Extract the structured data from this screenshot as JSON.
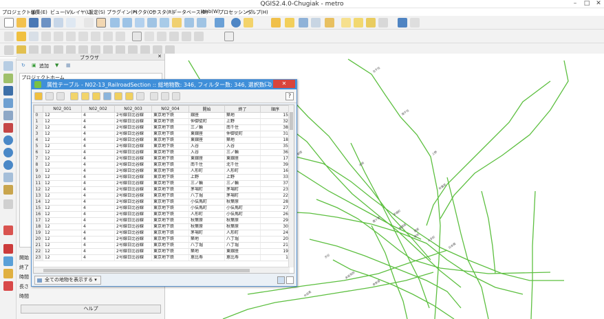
{
  "window": {
    "title": "QGIS2.4.0-Chugiak - metro"
  },
  "menu": [
    "プロジェクト(J)",
    "編集(E)",
    "ビュー(V)",
    "レイヤ(L)",
    "設定(S)",
    "プラグイン(P)",
    "ベクタ(O)",
    "ラスタ(R)",
    "データベース(D)",
    "Web(W)",
    "プロセッシング",
    "ヘルプ(H)"
  ],
  "browser": {
    "title": "ブラウザ",
    "add_label": "追加",
    "tree": [
      "プロジェクトホーム"
    ],
    "fields": [
      "開始",
      "終了",
      "時間",
      "長さ",
      "時間"
    ],
    "button_label": "ヘルプ"
  },
  "attr": {
    "title": "属性テーブル - N02-13_RailroadSection :: 総地物数: 346, フィルター数: 346, 選択数: 0",
    "help": "?",
    "headers": [
      "",
      "N02_001",
      "N02_002",
      "N02_003",
      "N02_004",
      "開始",
      "終了",
      "順序"
    ],
    "rows": [
      [
        "0",
        "12",
        "4",
        "2号線日比谷線",
        "東京地下鉄",
        "銀座",
        "築地",
        "15"
      ],
      [
        "1",
        "12",
        "4",
        "2号線日比谷線",
        "東京地下鉄",
        "仲御徒町",
        "上野",
        "32"
      ],
      [
        "2",
        "12",
        "4",
        "2号線日比谷線",
        "東京地下鉄",
        "三ノ輪",
        "南千住",
        "38"
      ],
      [
        "3",
        "12",
        "4",
        "2号線日比谷線",
        "東京地下鉄",
        "東銀座",
        "仲御徒町",
        "31"
      ],
      [
        "4",
        "12",
        "4",
        "2号線日比谷線",
        "東京地下鉄",
        "東銀座",
        "築地",
        "18"
      ],
      [
        "5",
        "12",
        "4",
        "2号線日比谷線",
        "東京地下鉄",
        "入谷",
        "入谷",
        "35"
      ],
      [
        "6",
        "12",
        "4",
        "2号線日比谷線",
        "東京地下鉄",
        "入谷",
        "三ノ輪",
        "36"
      ],
      [
        "7",
        "12",
        "4",
        "2号線日比谷線",
        "東京地下鉄",
        "東銀座",
        "東銀座",
        "17"
      ],
      [
        "8",
        "12",
        "4",
        "2号線日比谷線",
        "東京地下鉄",
        "南千住",
        "北千住",
        "39"
      ],
      [
        "9",
        "12",
        "4",
        "2号線日比谷線",
        "東京地下鉄",
        "人形町",
        "人形町",
        "16"
      ],
      [
        "10",
        "12",
        "4",
        "2号線日比谷線",
        "東京地下鉄",
        "上野",
        "上野",
        "33"
      ],
      [
        "11",
        "12",
        "4",
        "2号線日比谷線",
        "東京地下鉄",
        "三ノ輪",
        "三ノ輪",
        "37"
      ],
      [
        "12",
        "12",
        "4",
        "2号線日比谷線",
        "東京地下鉄",
        "茅場町",
        "茅場町",
        "23"
      ],
      [
        "13",
        "12",
        "4",
        "2号線日比谷線",
        "東京地下鉄",
        "八丁堀",
        "茅場町",
        "22"
      ],
      [
        "14",
        "12",
        "4",
        "2号線日比谷線",
        "東京地下鉄",
        "小伝馬町",
        "秋葉原",
        "28"
      ],
      [
        "15",
        "12",
        "4",
        "2号線日比谷線",
        "東京地下鉄",
        "小伝馬町",
        "小伝馬町",
        "27"
      ],
      [
        "16",
        "12",
        "4",
        "2号線日比谷線",
        "東京地下鉄",
        "人形町",
        "小伝馬町",
        "26"
      ],
      [
        "17",
        "12",
        "4",
        "2号線日比谷線",
        "東京地下鉄",
        "秋葉原",
        "秋葉原",
        "29"
      ],
      [
        "18",
        "12",
        "4",
        "2号線日比谷線",
        "東京地下鉄",
        "秋葉原",
        "秋葉原",
        "30"
      ],
      [
        "19",
        "12",
        "4",
        "2号線日比谷線",
        "東京地下鉄",
        "茅場町",
        "人形町",
        "24"
      ],
      [
        "20",
        "12",
        "4",
        "2号線日比谷線",
        "東京地下鉄",
        "築地",
        "八丁堀",
        "20"
      ],
      [
        "21",
        "12",
        "4",
        "2号線日比谷線",
        "東京地下鉄",
        "八丁堀",
        "八丁堀",
        "21"
      ],
      [
        "22",
        "12",
        "4",
        "2号線日比谷線",
        "東京地下鉄",
        "築地",
        "東銀座",
        "19"
      ],
      [
        "23",
        "12",
        "4",
        "2号線日比谷線",
        "東京地下鉄",
        "恵比寿",
        "恵比寿",
        "1"
      ]
    ],
    "show_all": "全ての地物を表示する"
  },
  "map": {
    "line_color": "#5cbf3f",
    "labels": [
      "北千住",
      "南千住",
      "上野",
      "秋葉原",
      "茅場町",
      "東銀座",
      "築地",
      "恵比寿",
      "新宿",
      "池袋",
      "渋谷",
      "銀座",
      "大手町",
      "日本橋",
      "霞ケ関",
      "赤坂見附",
      "表参道",
      "中目黒"
    ]
  },
  "colors": {
    "accent": "#3f8fd9",
    "close": "#d9443b"
  }
}
